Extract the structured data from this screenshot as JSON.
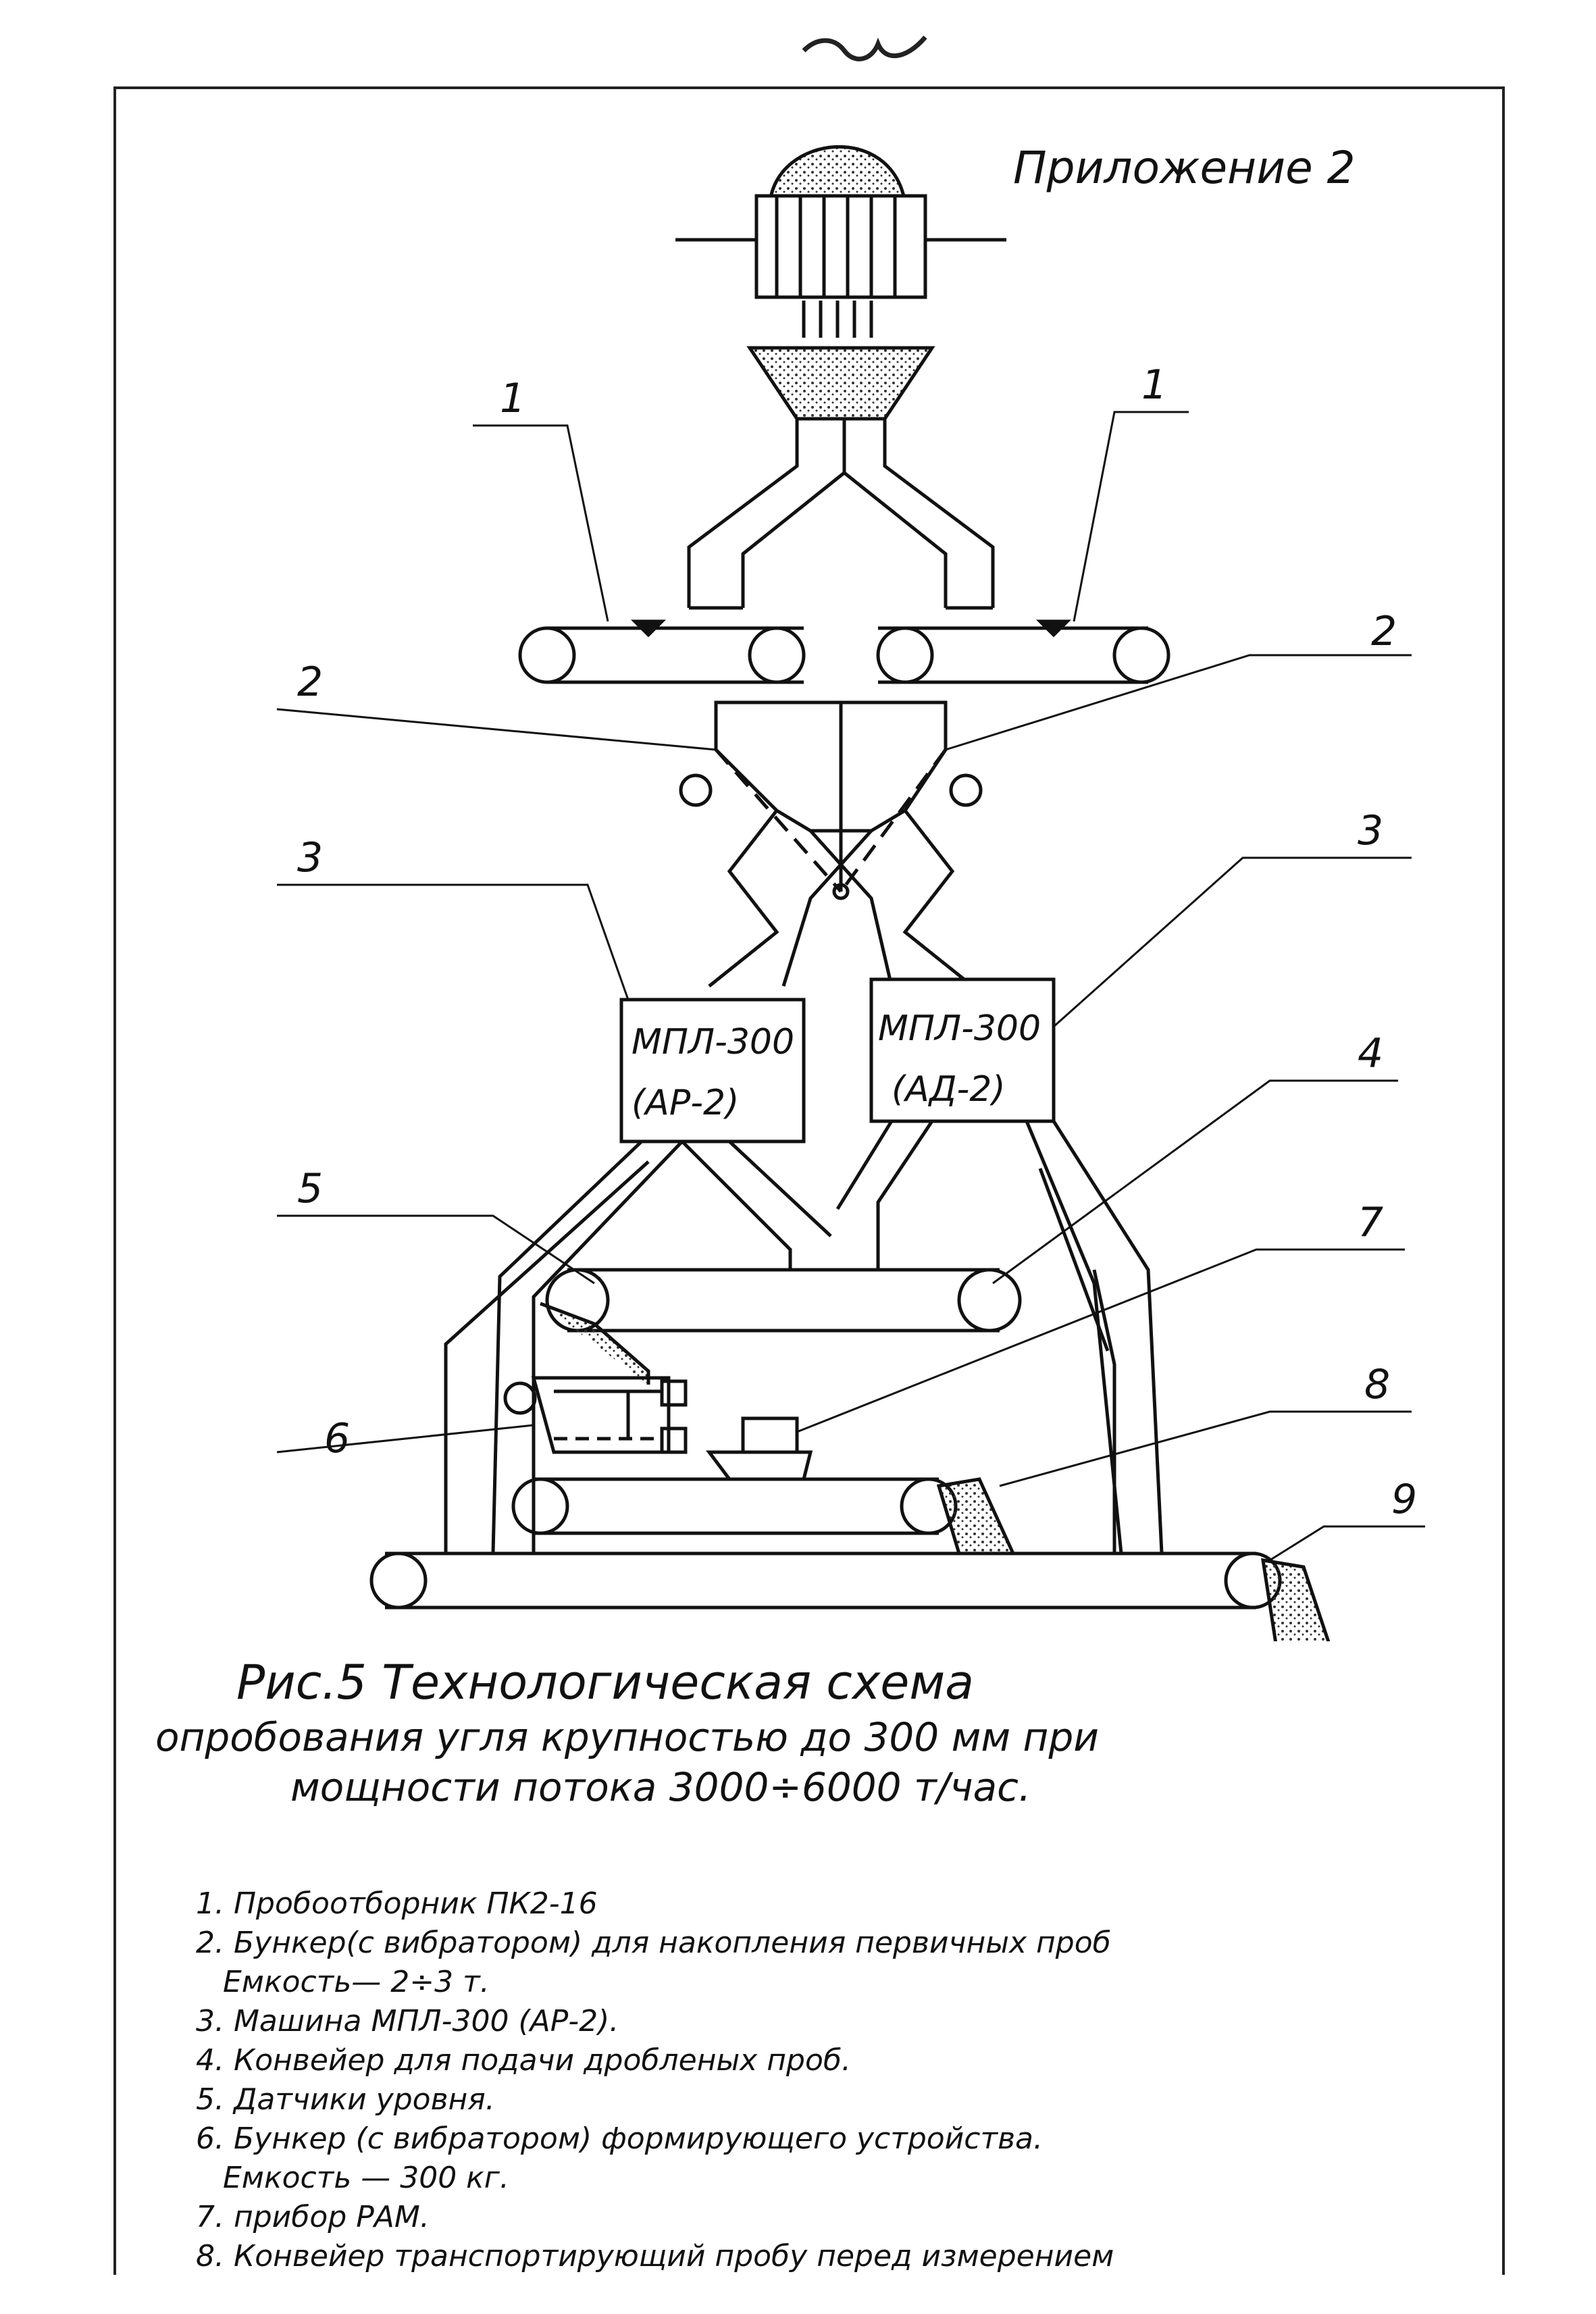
{
  "page_mark": "~",
  "appendix_title": "Приложение 2",
  "machine_label_left": {
    "line1": "МПЛ-300",
    "line2": "(АР-2)"
  },
  "machine_label_right": {
    "line1": "МПЛ-300",
    "line2": "(АД-2)"
  },
  "callouts": [
    "1",
    "1",
    "2",
    "2",
    "3",
    "3",
    "4",
    "5",
    "6",
    "7",
    "8",
    "9"
  ],
  "caption": {
    "line1": "Рис.5  Технологическая схема",
    "line2": "опробования угля крупностью до 300 мм при",
    "line3": "мощности  потока 3000÷6000 т/час."
  },
  "legend": [
    "1. Пробоотборник ПК2-16",
    "2. Бункер(с вибратором) для накопления первичных проб",
    "Емкость— 2÷3 т.",
    "3. Машина  МПЛ-300 (АР-2).",
    "4. Конвейер для подачи дробленых проб.",
    "5. Датчики уровня.",
    "6. Бункер (с вибратором) формирующего устройства.",
    "Емкость — 300 кг.",
    "7. прибор  РАМ.",
    "8. Конвейер транспортирующий пробу перед измерением"
  ]
}
